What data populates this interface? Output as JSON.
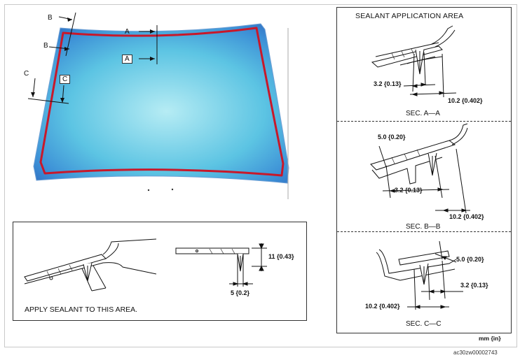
{
  "windshield": {
    "labels": {
      "b_top": "B",
      "b_mid": "B",
      "a_top": "A",
      "a_mid": "A",
      "c_outer": "C",
      "c_inner": "C"
    },
    "colors": {
      "glass_light": "#a8e2ef",
      "glass_dark": "#3a78c8",
      "sealant": "#c8182a"
    }
  },
  "sealant_area": {
    "title": "SEALANT APPLICATION AREA",
    "sec_a": {
      "caption": "SEC. A—A",
      "dim_small": "3.2 {0.13}",
      "dim_large": "10.2 {0.402}"
    },
    "sec_b": {
      "caption": "SEC. B—B",
      "dim_top": "5.0 {0.20}",
      "dim_small": "3.2 {0.13}",
      "dim_large": "10.2 {0.402}"
    },
    "sec_c": {
      "caption": "SEC. C—C",
      "dim_top": "5.0 {0.20}",
      "dim_small": "3.2 {0.13}",
      "dim_large": "10.2 {0.402}"
    }
  },
  "apply_panel": {
    "caption": "APPLY SEALANT TO THIS AREA.",
    "dim_height": "11 {0.43}",
    "dim_width": "5 {0.2}"
  },
  "footer": {
    "units": "mm {in}",
    "code": "ac30zw00002743"
  }
}
